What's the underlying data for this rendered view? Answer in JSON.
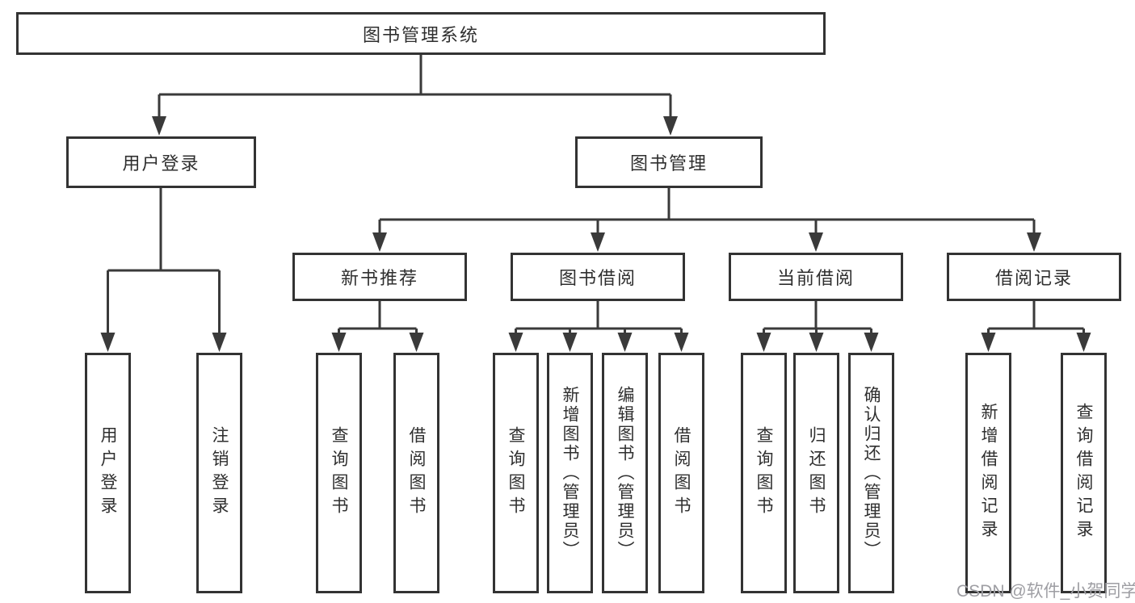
{
  "diagram": {
    "root": {
      "label": "图书管理系统"
    },
    "level2": [
      {
        "label": "用户登录"
      },
      {
        "label": "图书管理"
      }
    ],
    "level3": [
      {
        "label": "新书推荐"
      },
      {
        "label": "图书借阅"
      },
      {
        "label": "当前借阅"
      },
      {
        "label": "借阅记录"
      }
    ],
    "leaves": [
      {
        "label": "用户登录"
      },
      {
        "label": "注销登录"
      },
      {
        "label": "查询图书"
      },
      {
        "label": "借阅图书"
      },
      {
        "label": "查询图书"
      },
      {
        "label": "新增图书（管理员）"
      },
      {
        "label": "编辑图书（管理员）"
      },
      {
        "label": "借阅图书"
      },
      {
        "label": "查询图书"
      },
      {
        "label": "归还图书"
      },
      {
        "label": "确认归还（管理员）"
      },
      {
        "label": "新增借阅记录"
      },
      {
        "label": "查询借阅记录"
      }
    ],
    "watermark": "CSDN @软件_小贺同学",
    "colors": {
      "line": "#3a3a3a",
      "border": "#333333",
      "text": "#2f2f2f",
      "watermark": "#9e9ea3",
      "background": "#ffffff"
    }
  }
}
